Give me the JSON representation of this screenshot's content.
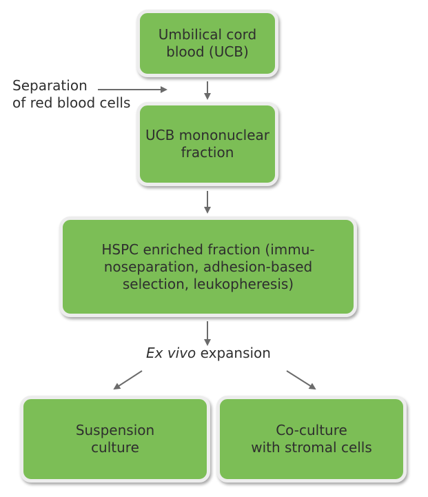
{
  "nodes": {
    "ucb": {
      "line1": "Umbilical cord",
      "line2": "blood (UCB)"
    },
    "mononuclear": {
      "line1": "UCB mononuclear",
      "line2": "fraction"
    },
    "hspc": {
      "line1": "HSPC enriched fraction (immu-",
      "line2": "noseparation, adhesion-based",
      "line3": "selection, leukopheresis)"
    },
    "suspension": {
      "line1": "Suspension",
      "line2": "culture"
    },
    "coculture": {
      "line1": "Co-culture",
      "line2": "with stromal cells"
    }
  },
  "labels": {
    "separation": {
      "line1": "Separation",
      "line2": "of red blood cells"
    },
    "expansion": {
      "italic": "Ex vivo",
      "rest": " expansion"
    }
  },
  "colors": {
    "box_fill": "#7cbe56",
    "box_border": "#ededed",
    "arrow": "#6b6b6b",
    "text": "#2e2e2e"
  }
}
